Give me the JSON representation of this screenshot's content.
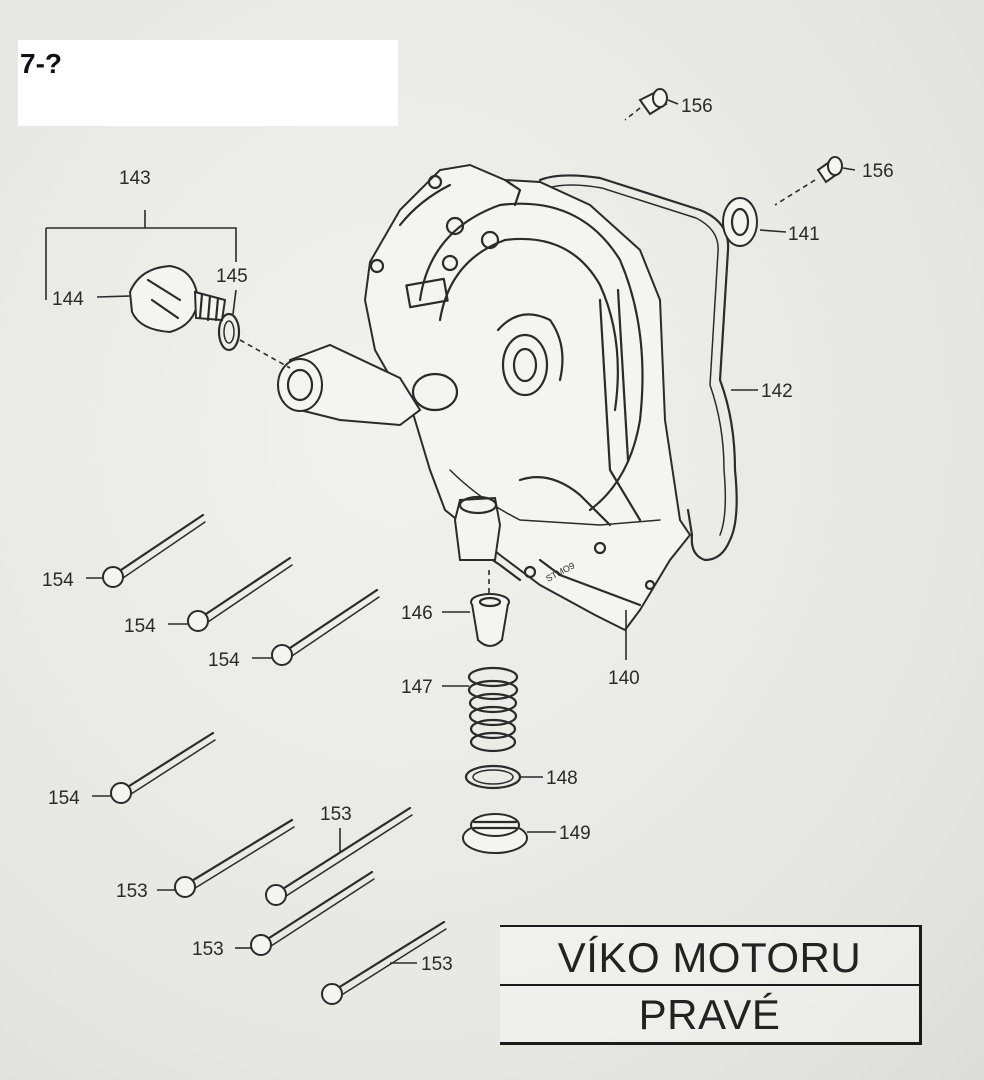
{
  "page_label": "7-?",
  "title": {
    "line1": "VÍKO MOTORU",
    "line2": "PRAVÉ"
  },
  "callouts": {
    "c140": "140",
    "c141": "141",
    "c142": "142",
    "c143": "143",
    "c144": "144",
    "c145": "145",
    "c146": "146",
    "c147": "147",
    "c148": "148",
    "c149": "149",
    "c153a": "153",
    "c153b": "153",
    "c153c": "153",
    "c153d": "153",
    "c154a": "154",
    "c154b": "154",
    "c154c": "154",
    "c154d": "154",
    "c156a": "156",
    "c156b": "156"
  },
  "colors": {
    "paper": "#e9e9e7",
    "ink": "#2b2b2b"
  }
}
